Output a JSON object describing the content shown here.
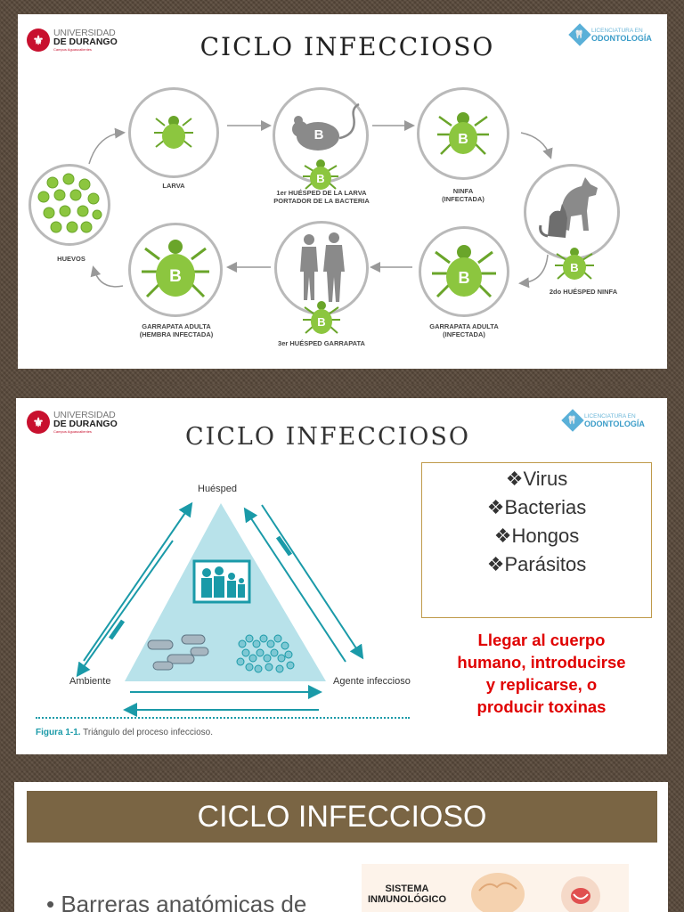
{
  "slide1": {
    "title": "CICLO INFECCIOSO",
    "logo_left": {
      "line1": "UNIVERSIDAD",
      "line2": "DE DURANGO",
      "line3": "Campus Aguascalientes"
    },
    "logo_right": {
      "line1": "LICENCIATURA EN",
      "line2": "ODONTOLOGÍA"
    },
    "stages": {
      "huevos": "HUEVOS",
      "larva": "LARVA",
      "host1": "1er HUÉSPED DE LA LARVA\nPORTADOR DE LA BACTERIA",
      "ninfa": "NINFA\n(INFECTADA)",
      "host2": "2do HUÉSPED NINFA",
      "adult_infected": "GARRAPATA ADULTA\n(INFECTADA)",
      "host3": "3er HUÉSPED GARRAPATA",
      "adult_female": "GARRAPATA ADULTA\n(HEMBRA INFECTADA)"
    },
    "badge_letter": "B",
    "colors": {
      "tick": "#8cc63f",
      "tick_dark": "#6aa52a",
      "silhouette": "#8a8a8a"
    }
  },
  "slide2": {
    "title": "CICLO INFECCIOSO",
    "logo_left": {
      "line1": "UNIVERSIDAD",
      "line2": "DE DURANGO",
      "line3": "Campus Aguascalientes"
    },
    "logo_right": {
      "line1": "LICENCIATURA EN",
      "line2": "ODONTOLOGÍA"
    },
    "triangle": {
      "top": "Huésped",
      "left": "Ambiente",
      "right": "Agente infeccioso",
      "caption_bold": "Figura 1-1.",
      "caption": " Triángulo del proceso infeccioso."
    },
    "list": [
      "❖Virus",
      "❖Bacterias",
      "❖Hongos",
      "❖Parásitos"
    ],
    "red_text": "Llegar al cuerpo humano, introducirse y replicarse, o producir toxinas",
    "colors": {
      "triangle": "#b8e2ea",
      "arrow": "#1a9aa8",
      "red": "#e00000"
    }
  },
  "slide3": {
    "title": "CICLO INFECCIOSO",
    "bullet": "Barreras anatómicas de",
    "image_label": "SISTEMA\nINMUNOLÓGICO",
    "colors": {
      "banner": "#7a6544"
    }
  }
}
